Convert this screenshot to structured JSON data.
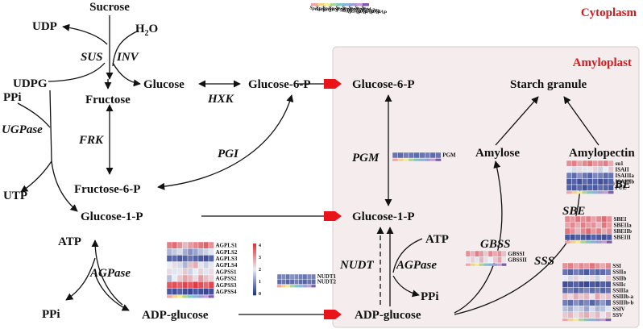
{
  "colors": {
    "region_title": "#d7191c",
    "amyloplast_fill": "#f5eded",
    "amyloplast_border": "#d9cccc",
    "transporter": "#e8141a",
    "heat_low": "#24348c",
    "heat_mid": "#e9eef6",
    "heat_high": "#e0323a"
  },
  "regions": {
    "cytoplasm": "Cytoplasm",
    "amyloplast": "Amyloplast"
  },
  "metabolites": {
    "sucrose": "Sucrose",
    "h2o": "H",
    "h2o_sub": "2",
    "h2o_tail": "O",
    "udp": "UDP",
    "udpg": "UDPG",
    "glucose": "Glucose",
    "fructose": "Fructose",
    "glucose6p_cyto": "Glucose-6-P",
    "glucose6p_amy": "Glucose-6-P",
    "ppi_top": "PPi",
    "utp": "UTP",
    "fructose6p": "Fructose-6-P",
    "glucose1p_cyto": "Glucose-1-P",
    "glucose1p_amy": "Glucose-1-P",
    "atp_cyto": "ATP",
    "ppi_cyto": "PPi",
    "adpglucose_cyto": "ADP-glucose",
    "adpglucose_amy": "ADP-glucose",
    "atp_amy": "ATP",
    "ppi_amy": "PPi",
    "starch": "Starch granule",
    "amylose": "Amylose",
    "amylopectin": "Amylopectin"
  },
  "enzymes": {
    "sus": "SUS",
    "inv": "INV",
    "hxk": "HXK",
    "frk": "FRK",
    "ugpase": "UGPase",
    "pgi": "PGI",
    "agpase_cyto": "AGPase",
    "pgm": "PGM",
    "nudt": "NUDT",
    "agpase_amy": "AGPase",
    "gbss": "GBSS",
    "sss": "SSS",
    "sbe": "SBE",
    "dbe": "DBE"
  },
  "legend": {
    "ticks": [
      "4",
      "3",
      "2",
      "1",
      "0"
    ],
    "sample_labels": [
      "Spike-1",
      "Spike-2",
      "Spike-3",
      "Seed-5DAP",
      "Seed-10DAP",
      "Seed-15DAP",
      "Seed-20DAP",
      "Seed-25DAP",
      "Seed-30DAP"
    ]
  },
  "sample_colors": [
    "#f4a3a8",
    "#f2d38c",
    "#f7ec8c",
    "#a9d59a",
    "#7ec8c4",
    "#87b3de",
    "#9a9fd6",
    "#c79ad6",
    "#7d5ab0"
  ],
  "heatmaps": {
    "agpase": {
      "genes": [
        "AGPLS1",
        "AGPLS2",
        "AGPLS3",
        "AGPLS4",
        "AGPSS1",
        "AGPSS2",
        "AGPSS3",
        "AGPSS4"
      ],
      "values": [
        [
          3.2,
          3.4,
          3.0,
          2.6,
          2.9,
          3.1,
          3.3,
          3.5,
          3.0
        ],
        [
          1.4,
          1.6,
          1.8,
          1.3,
          1.0,
          1.2,
          1.5,
          1.7,
          1.9
        ],
        [
          0.5,
          0.6,
          0.4,
          0.5,
          0.7,
          0.5,
          0.4,
          0.3,
          0.5
        ],
        [
          2.0,
          2.2,
          1.8,
          1.4,
          2.5,
          2.7,
          1.9,
          1.7,
          2.1
        ],
        [
          2.2,
          1.9,
          2.1,
          2.4,
          1.7,
          2.0,
          2.3,
          1.9,
          2.2
        ],
        [
          1.5,
          2.0,
          2.4,
          2.8,
          2.6,
          2.2,
          2.9,
          2.5,
          2.3
        ],
        [
          3.6,
          3.7,
          3.5,
          3.8,
          3.6,
          3.9,
          3.7,
          3.4,
          3.8
        ],
        [
          0.4,
          0.3,
          0.5,
          0.3,
          0.2,
          0.4,
          0.3,
          0.2,
          0.3
        ]
      ]
    },
    "nudt": {
      "genes": [
        "NUDT1",
        "NUDT2"
      ],
      "values": [
        [
          0.8,
          0.9,
          0.7,
          1.0,
          0.9,
          0.8,
          0.7,
          0.9,
          0.8
        ],
        [
          0.6,
          0.7,
          0.5,
          0.6,
          0.8,
          0.6,
          0.5,
          0.7,
          0.6
        ]
      ]
    },
    "pgm": {
      "genes": [
        "PGM"
      ],
      "values": [
        [
          0.7,
          0.6,
          0.8,
          0.7,
          0.6,
          0.7,
          0.8,
          0.6,
          0.7
        ]
      ]
    },
    "gbss": {
      "genes": [
        "GBSSI",
        "GBSSII"
      ],
      "values": [
        [
          3.0,
          2.6,
          3.2,
          2.9,
          2.4,
          3.1,
          2.7,
          3.0,
          2.5
        ],
        [
          2.1,
          2.3,
          1.9,
          2.6,
          2.2,
          2.0,
          2.4,
          2.8,
          2.1
        ]
      ]
    },
    "dbe": {
      "genes": [
        "su1",
        "ISAII",
        "ISAIIIa",
        "ISAIIIb",
        "PUL"
      ],
      "values": [
        [
          3.0,
          3.2,
          2.8,
          3.1,
          3.3,
          2.9,
          3.0,
          3.2,
          2.7
        ],
        [
          2.0,
          1.8,
          2.2,
          1.9,
          2.1,
          2.3,
          1.7,
          2.0,
          2.4
        ],
        [
          0.8,
          0.6,
          1.0,
          0.7,
          0.5,
          0.9,
          0.8,
          0.6,
          0.7
        ],
        [
          0.4,
          0.5,
          0.3,
          0.6,
          0.4,
          0.5,
          0.3,
          0.4,
          0.5
        ],
        [
          0.5,
          0.4,
          0.6,
          0.3,
          0.5,
          0.4,
          0.6,
          0.5,
          0.4
        ]
      ]
    },
    "sbe": {
      "genes": [
        "SBEI",
        "SBEIIa",
        "SBEIIb",
        "SBEIII"
      ],
      "values": [
        [
          3.1,
          2.9,
          3.3,
          3.0,
          3.2,
          2.8,
          3.1,
          3.4,
          3.0
        ],
        [
          2.8,
          3.1,
          2.7,
          3.2,
          2.9,
          3.0,
          2.6,
          3.3,
          2.9
        ],
        [
          3.3,
          3.0,
          2.6,
          3.1,
          3.4,
          2.9,
          3.2,
          2.7,
          3.0
        ],
        [
          0.4,
          0.3,
          0.5,
          0.4,
          0.3,
          0.5,
          0.4,
          0.3,
          0.4
        ]
      ]
    },
    "sss": {
      "genes": [
        "SSI",
        "SSIIa",
        "SSIIb",
        "SSIIc",
        "SSIIIa",
        "SSIIIb-a",
        "SSIIIb-b",
        "SSIV",
        "SSV"
      ],
      "values": [
        [
          3.0,
          3.2,
          2.8,
          3.1,
          2.9,
          3.3,
          3.0,
          2.7,
          3.1
        ],
        [
          0.7,
          0.5,
          0.8,
          0.6,
          0.4,
          0.7,
          0.5,
          0.6,
          0.8
        ],
        [
          2.0,
          1.8,
          2.3,
          2.1,
          1.9,
          2.2,
          1.7,
          2.0,
          2.4
        ],
        [
          0.3,
          0.4,
          0.5,
          0.3,
          0.2,
          0.4,
          0.3,
          0.5,
          0.4
        ],
        [
          0.6,
          0.8,
          0.5,
          0.7,
          0.9,
          0.6,
          0.8,
          0.5,
          0.7
        ],
        [
          2.5,
          2.2,
          2.7,
          2.4,
          2.6,
          2.1,
          2.8,
          2.3,
          2.5
        ],
        [
          0.8,
          0.6,
          1.0,
          0.7,
          0.9,
          0.5,
          0.8,
          1.1,
          0.6
        ],
        [
          1.5,
          1.3,
          1.7,
          1.6,
          1.2,
          1.8,
          1.4,
          1.5,
          1.9
        ],
        [
          2.4,
          2.6,
          2.2,
          2.5,
          2.7,
          2.3,
          2.6,
          2.1,
          2.5
        ]
      ]
    }
  }
}
